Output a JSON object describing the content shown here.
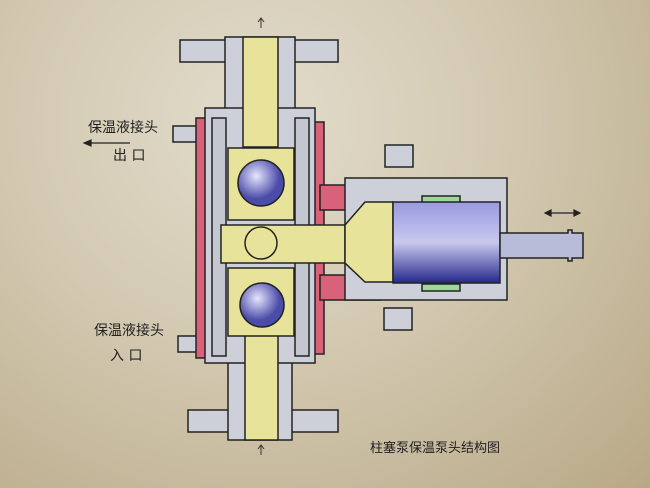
{
  "labels": {
    "outlet_connector": "保温液接头",
    "outlet": "出 口",
    "inlet_connector": "保温液接头",
    "inlet": "入 口",
    "caption": "柱塞泵保温泵头结构图"
  },
  "colors": {
    "metal": "#c9cbd4",
    "channel": "#e8e39a",
    "heating": "#d9627a",
    "plunger": "#3b3f9c",
    "ball": "#8f8fd0",
    "seal": "#9fd79a"
  }
}
